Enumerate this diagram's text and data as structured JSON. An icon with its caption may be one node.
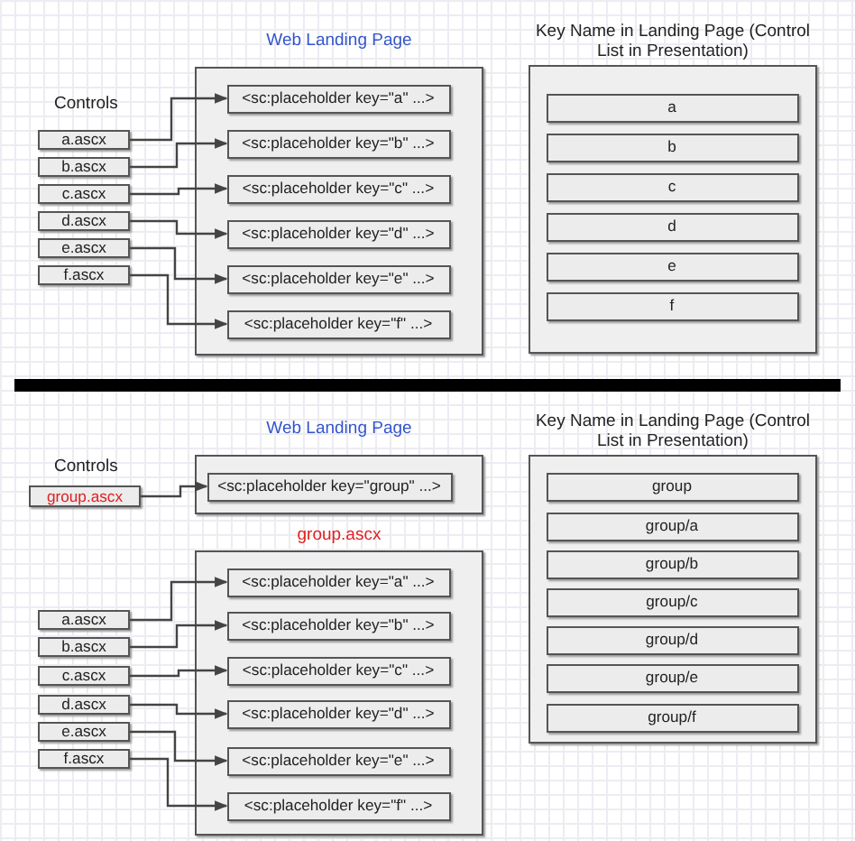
{
  "diagram": {
    "nodes": [
      {
        "text": [
          "Web Landing Page"
        ]
      },
      {
        "text": [
          "<sc:placeholder key=\"a\" ...>"
        ],
        "in": 0
      },
      {
        "text": [
          "<sc:placeholder key=\"b\" ...>"
        ],
        "in": 0
      },
      {
        "text": [
          "<sc:placeholder key=\"c\" ...>"
        ],
        "in": 0
      },
      {
        "text": [
          "<sc:placeholder key=\"d\" ...>"
        ],
        "in": 0
      },
      {
        "text": [
          "<sc:placeholder key=\"e\" ...>"
        ],
        "in": 0
      },
      {
        "text": [
          "<sc:placeholder key=\"f\" ...>"
        ],
        "in": 0
      },
      {
        "text": [
          "Key Name in Landing Page (Control List in Presentation)"
        ]
      },
      {
        "text": [
          "a"
        ],
        "in": 7
      },
      {
        "text": [
          "b"
        ],
        "in": 7
      },
      {
        "text": [
          "c"
        ],
        "in": 7
      },
      {
        "text": [
          "d"
        ],
        "in": 7
      },
      {
        "text": [
          "e"
        ],
        "in": 7
      },
      {
        "text": [
          "f"
        ],
        "in": 7
      },
      {
        "text": [
          "a.ascx"
        ]
      },
      {
        "text": [
          "b.ascx"
        ]
      },
      {
        "text": [
          "c.ascx"
        ]
      },
      {
        "text": [
          "d.ascx"
        ]
      },
      {
        "text": [
          "e.ascx"
        ]
      },
      {
        "text": [
          "f.ascx"
        ]
      },
      {
        "text": [
          "Web Landing Page"
        ]
      },
      {
        "text": [
          "<sc:placeholder key=\"group\" ...>"
        ],
        "in": 20
      },
      {
        "text": [
          "group.ascx"
        ]
      },
      {
        "text": [
          "<sc:placeholder key=\"a\" ...>"
        ],
        "in": 22
      },
      {
        "text": [
          "<sc:placeholder key=\"b\" ...>"
        ],
        "in": 22
      },
      {
        "text": [
          "<sc:placeholder key=\"c\" ...>"
        ],
        "in": 22
      },
      {
        "text": [
          "<sc:placeholder key=\"d\" ...>"
        ],
        "in": 22
      },
      {
        "text": [
          "<sc:placeholder key=\"e\" ...>"
        ],
        "in": 22
      },
      {
        "text": [
          "<sc:placeholder key=\"f\" ...>"
        ],
        "in": 22
      },
      {
        "text": [
          "Key Name in Landing Page (Control List in Presentation)"
        ]
      },
      {
        "text": [
          "group"
        ],
        "in": 29
      },
      {
        "text": [
          "group/a"
        ],
        "in": 29
      },
      {
        "text": [
          "group/b"
        ],
        "in": 29
      },
      {
        "text": [
          "group/c"
        ],
        "in": 29
      },
      {
        "text": [
          "group/d"
        ],
        "in": 29
      },
      {
        "text": [
          "group/e"
        ],
        "in": 29
      },
      {
        "text": [
          "group/f"
        ],
        "in": 29
      },
      {
        "text": [
          "group.ascx"
        ]
      },
      {
        "text": [
          "a.ascx"
        ]
      },
      {
        "text": [
          "b.ascx"
        ]
      },
      {
        "text": [
          "c.ascx"
        ]
      },
      {
        "text": [
          "d.ascx"
        ]
      },
      {
        "text": [
          "e.ascx"
        ]
      },
      {
        "text": [
          "f.ascx"
        ]
      }
    ],
    "edges": [
      {
        "from": 14,
        "to": 1,
        "arrow": "to"
      },
      {
        "from": 15,
        "to": 2,
        "arrow": "to"
      },
      {
        "from": 16,
        "to": 3,
        "arrow": "to"
      },
      {
        "from": 17,
        "to": 4,
        "arrow": "to"
      },
      {
        "from": 18,
        "to": 5,
        "arrow": "to"
      },
      {
        "from": 19,
        "to": 6,
        "arrow": "to"
      },
      {
        "from": 37,
        "to": 21,
        "arrow": "to"
      },
      {
        "from": 38,
        "to": 23,
        "arrow": "to"
      },
      {
        "from": 39,
        "to": 24,
        "arrow": "to"
      },
      {
        "from": 40,
        "to": 25,
        "arrow": "to"
      },
      {
        "from": 41,
        "to": 26,
        "arrow": "to"
      },
      {
        "from": 42,
        "to": 27,
        "arrow": "to"
      },
      {
        "from": 43,
        "to": 28,
        "arrow": "to"
      }
    ],
    "labels": [
      "Controls",
      "Controls"
    ]
  }
}
